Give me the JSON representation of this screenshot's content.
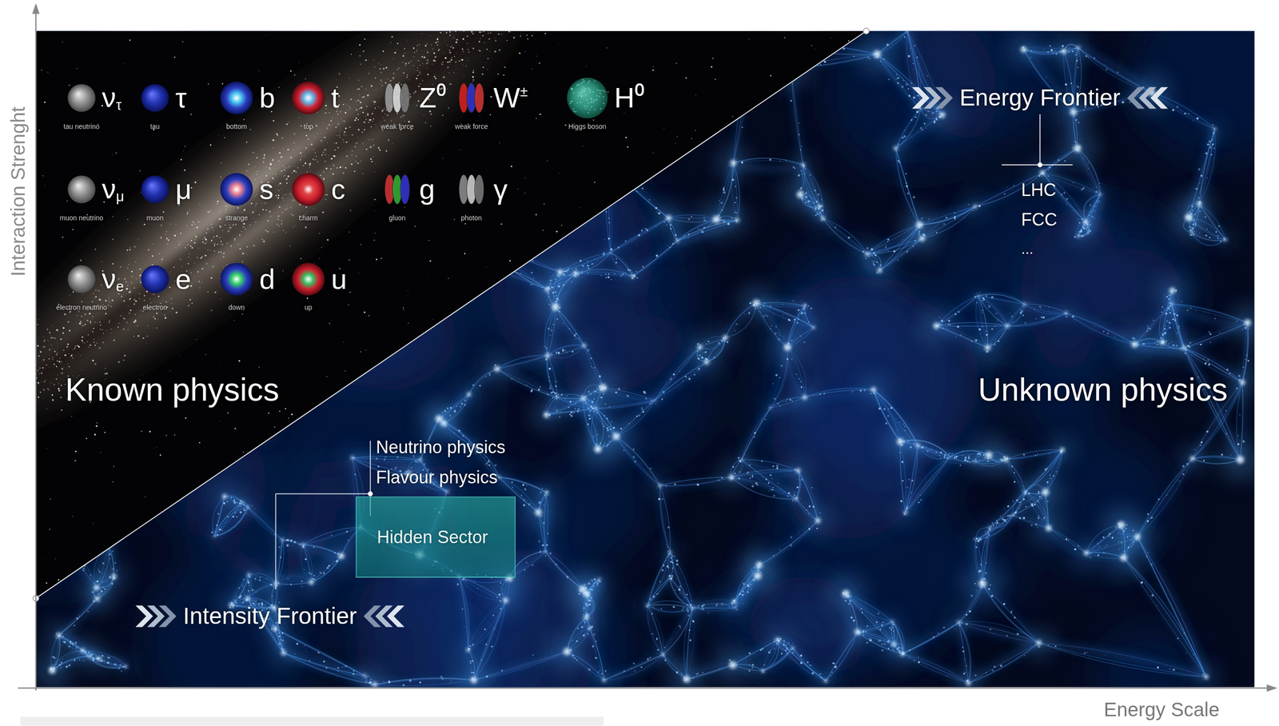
{
  "diagram": {
    "nodes": [
      {
        "text": [
          "Hidden Sector"
        ]
      }
    ],
    "labels": [
      "Interaction Strenght",
      "ντ",
      "tau neutrino",
      "τ",
      "tau",
      "b",
      "bottom",
      "t",
      "top",
      "Z⁰",
      "weak force",
      "W±",
      "weak force",
      "H⁰",
      "Higgs boson",
      "νμ",
      "muon neutrino",
      "μ",
      "muon",
      "s",
      "strange",
      "c",
      "charm",
      "g",
      "gluon",
      "γ",
      "photon",
      "νe",
      "electron neutrino",
      "e",
      "electron",
      "d",
      "down",
      "u",
      "up",
      "Known physics",
      "Energy Frontier",
      "LHC",
      "FCC",
      "...",
      "Unknown physics",
      "Neutrino physics",
      "Flavour physics",
      "Intensity Frontier",
      "Energy Scale"
    ]
  }
}
